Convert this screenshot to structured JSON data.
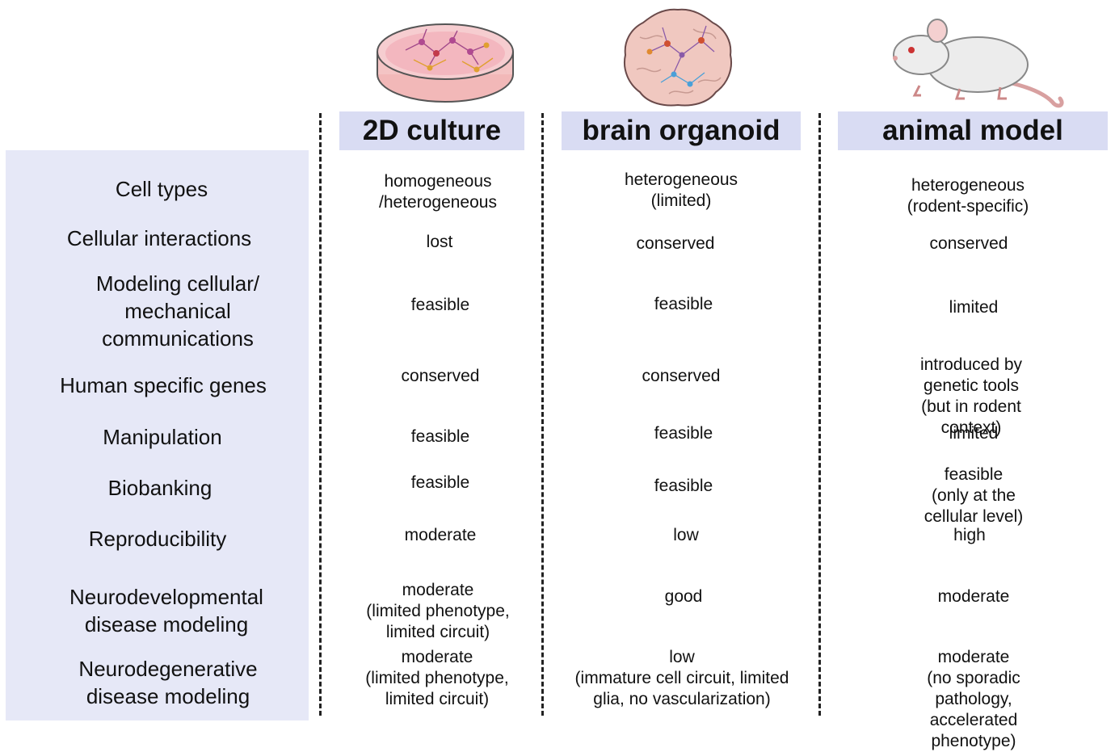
{
  "columns": [
    {
      "title": "2D culture",
      "icon": "petri-dish-icon"
    },
    {
      "title": "brain organoid",
      "icon": "brain-organoid-icon"
    },
    {
      "title": "animal model",
      "icon": "mouse-icon"
    }
  ],
  "rows": [
    {
      "label": "Cell types",
      "cells": [
        "homogeneous\n/heterogeneous",
        "heterogeneous\n(limited)",
        "heterogeneous\n(rodent-specific)"
      ]
    },
    {
      "label": "Cellular interactions",
      "cells": [
        "lost",
        "conserved",
        "conserved"
      ]
    },
    {
      "label": "Modeling cellular/\nmechanical\ncommunications",
      "cells": [
        "feasible",
        "feasible",
        "limited"
      ]
    },
    {
      "label": "Human specific genes",
      "cells": [
        "conserved",
        "conserved",
        "introduced by genetic tools\n(but in rodent context)"
      ]
    },
    {
      "label": "Manipulation",
      "cells": [
        "feasible",
        "feasible",
        "limited"
      ]
    },
    {
      "label": "Biobanking",
      "cells": [
        "feasible",
        "feasible",
        "feasible\n(only at the cellular level)"
      ]
    },
    {
      "label": "Reproducibility",
      "cells": [
        "moderate",
        "low",
        "high"
      ]
    },
    {
      "label": "Neurodevelopmental\ndisease modeling",
      "cells": [
        "moderate\n(limited phenotype,\nlimited circuit)",
        "good",
        "moderate"
      ]
    },
    {
      "label": "Neurodegenerative\ndisease modeling",
      "cells": [
        "moderate\n(limited phenotype,\nlimited circuit)",
        "low\n(immature cell circuit, limited\nglia, no vascularization)",
        "moderate\n(no sporadic pathology,\naccelerated phenotype)"
      ]
    }
  ],
  "colors": {
    "label_panel": "#e6e8f7",
    "header_bg": "#d9dcf3",
    "divider": "#222222"
  }
}
